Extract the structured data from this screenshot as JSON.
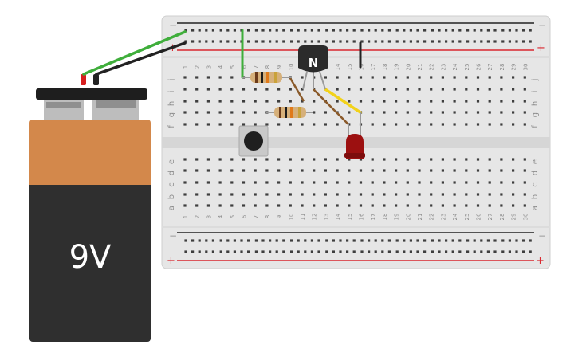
{
  "battery": {
    "label": "9V",
    "colors": {
      "top": "#d3884b",
      "bottom": "#2f2f2f",
      "cap": "#1e1e1e",
      "terminal": "#b9b9b9"
    }
  },
  "breadboard": {
    "rail_top_minus": "−",
    "rail_top_plus": "+",
    "rail_bottom_minus": "−",
    "rail_bottom_plus": "+",
    "row_labels_top": [
      "j",
      "i",
      "h",
      "g",
      "f"
    ],
    "row_labels_bottom": [
      "e",
      "d",
      "c",
      "b",
      "a"
    ],
    "column_numbers": [
      "1",
      "2",
      "3",
      "4",
      "5",
      "6",
      "7",
      "8",
      "9",
      "10",
      "11",
      "12",
      "13",
      "14",
      "15",
      "16",
      "17",
      "18",
      "19",
      "20",
      "21",
      "22",
      "23",
      "24",
      "25",
      "26",
      "27",
      "28",
      "29",
      "30"
    ],
    "colors": {
      "board": "#e9e9e9",
      "hole": "#3e3e3e",
      "rail_red": "#d9272e",
      "rail_black": "#222222"
    }
  },
  "transistor": {
    "label": "N",
    "color": "#2b2b2b"
  },
  "led": {
    "color": "#9c1010"
  },
  "wires": [
    {
      "name": "green",
      "color": "#3fae3b"
    },
    {
      "name": "black",
      "color": "#222222"
    },
    {
      "name": "yellow",
      "color": "#f2d21a"
    },
    {
      "name": "brown",
      "color": "#8a5a2a"
    }
  ],
  "resistor_colors": {
    "body": "#d6b07a",
    "band1": "#6b3b1a",
    "band2": "#1a1a1a",
    "band3": "#e07a1a",
    "tolerance": "#c9a23a"
  }
}
